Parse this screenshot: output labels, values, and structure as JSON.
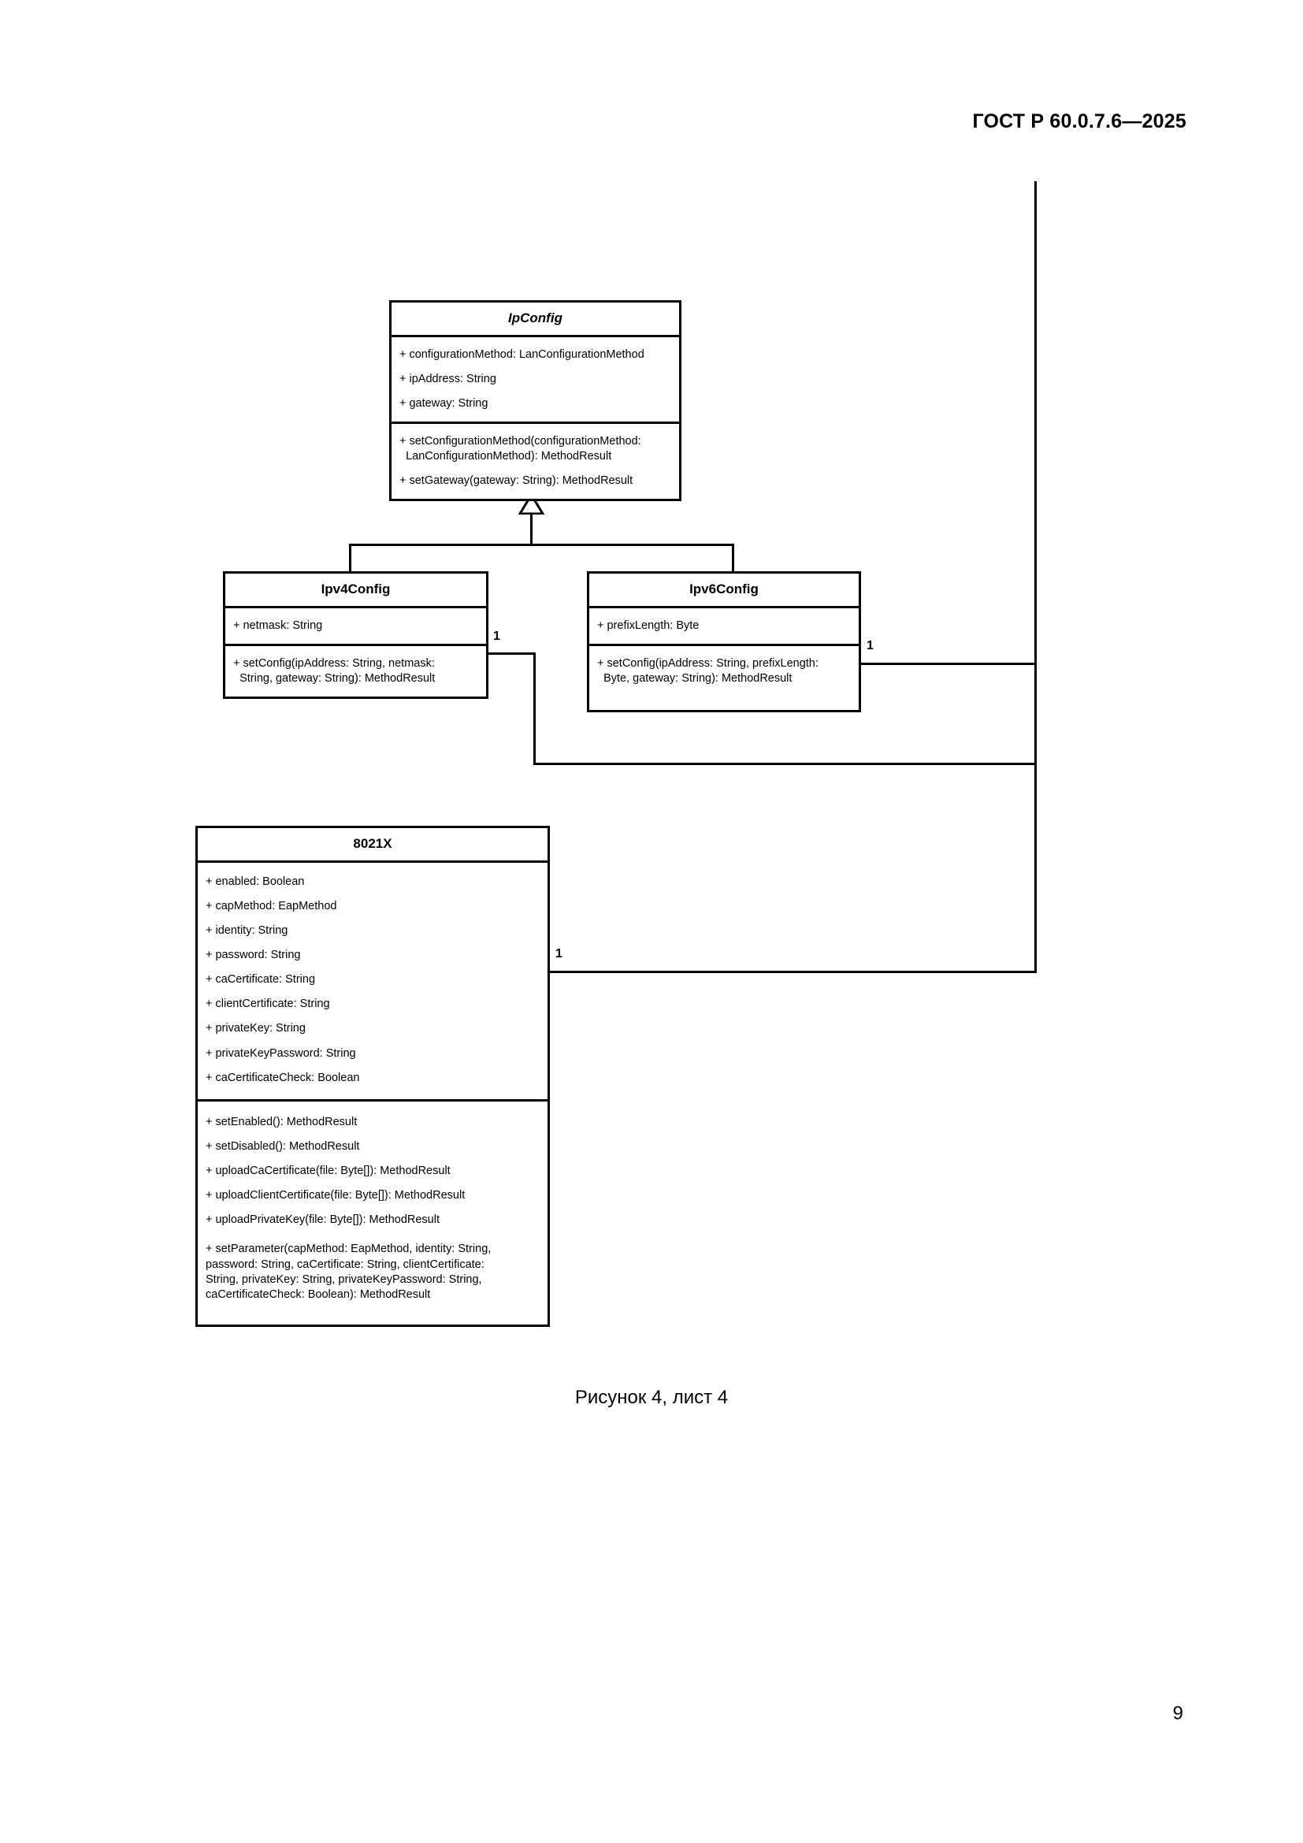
{
  "document": {
    "header": "ГОСТ Р 60.0.7.6—2025",
    "page_number": "9",
    "figure_caption": "Рисунок 4, лист 4"
  },
  "diagram": {
    "type": "uml-class-diagram",
    "classes": [
      {
        "id": "IpConfig",
        "name": "IpConfig",
        "abstract": true,
        "attributes": [
          "+ configurationMethod: LanConfigurationMethod",
          "+ ipAddress: String",
          "+ gateway: String"
        ],
        "operations": [
          "+ setConfigurationMethod(configurationMethod:\n  LanConfigurationMethod): MethodResult",
          "+ setGateway(gateway: String): MethodResult"
        ]
      },
      {
        "id": "Ipv4Config",
        "name": "Ipv4Config",
        "abstract": false,
        "attributes": [
          "+ netmask: String"
        ],
        "operations": [
          "+ setConfig(ipAddress: String, netmask:\n  String, gateway: String): MethodResult"
        ]
      },
      {
        "id": "Ipv6Config",
        "name": "Ipv6Config",
        "abstract": false,
        "attributes": [
          "+ prefixLength: Byte"
        ],
        "operations": [
          "+ setConfig(ipAddress: String, prefixLength:\n  Byte, gateway: String): MethodResult"
        ]
      },
      {
        "id": "8021X",
        "name": "8021X",
        "abstract": false,
        "attributes": [
          "+ enabled: Boolean",
          "+ capMethod: EapMethod",
          "+ identity: String",
          "+ password: String",
          "+ caCertificate: String",
          "+ clientCertificate: String",
          "+ privateKey: String",
          "+ privateKeyPassword: String",
          "+ caCertificateCheck: Boolean"
        ],
        "operations": [
          "+ setEnabled(): MethodResult",
          "+ setDisabled(): MethodResult",
          "+ uploadCaCertificate(file: Byte[]): MethodResult",
          "+ uploadClientCertificate(file: Byte[]): MethodResult",
          "+ uploadPrivateKey(file: Byte[]): MethodResult",
          "+ setParameter(capMethod: EapMethod, identity: String,\npassword: String, caCertificate: String, clientCertificate:\nString, privateKey: String, privateKeyPassword: String,\ncaCertificateCheck: Boolean): MethodResult"
        ]
      }
    ],
    "generalizations": [
      {
        "child": "Ipv4Config",
        "parent": "IpConfig"
      },
      {
        "child": "Ipv6Config",
        "parent": "IpConfig"
      }
    ],
    "associations": [
      {
        "source": "Ipv4Config",
        "multiplicity": "1"
      },
      {
        "source": "Ipv6Config",
        "multiplicity": "1"
      },
      {
        "source": "8021X",
        "multiplicity": "1"
      }
    ]
  }
}
